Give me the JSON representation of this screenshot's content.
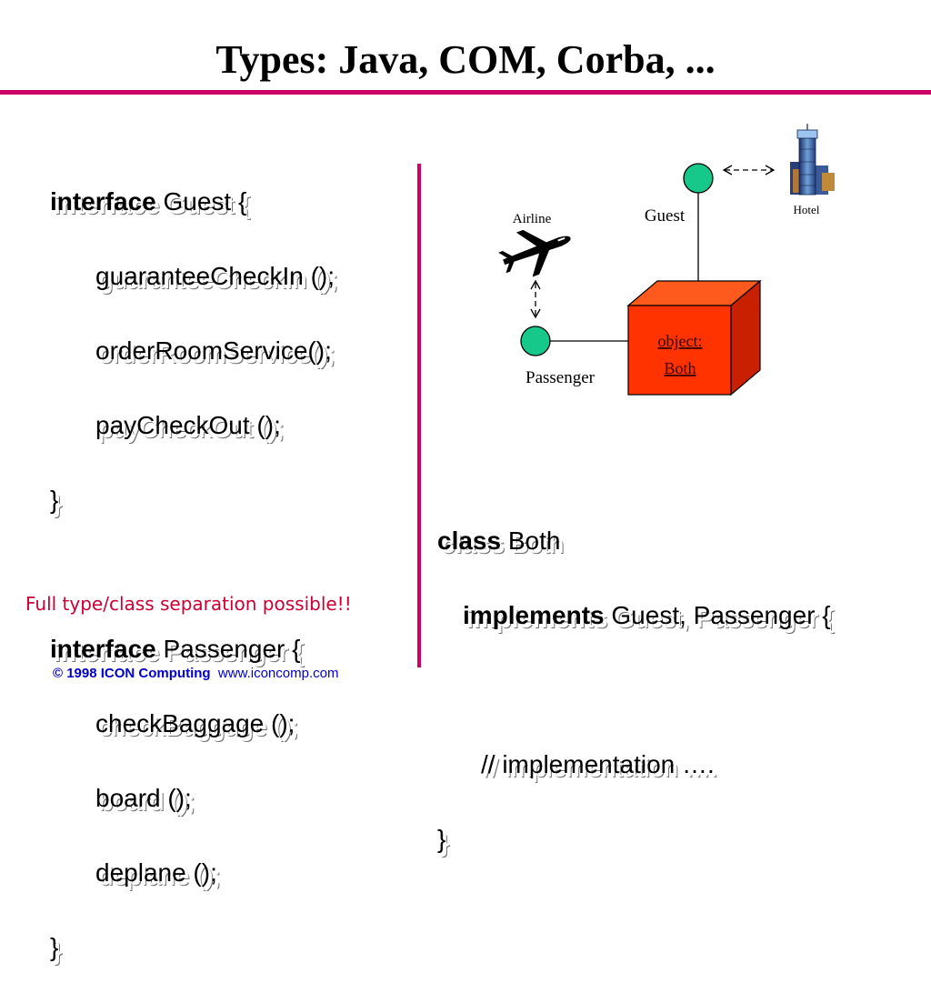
{
  "title": "Types: Java, COM, Corba, ...",
  "left_code": {
    "guest_kw": "interface",
    "guest_head": " Guest {",
    "guest_methods": [
      "guaranteeCheckIn ();",
      "orderRoomService();",
      "payCheckOut ();"
    ],
    "guest_close": "}",
    "passenger_kw": "interface",
    "passenger_head": " Passenger {",
    "passenger_methods": [
      "checkBaggage ();",
      "board ();",
      "deplane ();"
    ],
    "passenger_close": "}"
  },
  "right_code": {
    "class_kw": "class",
    "class_name": " Both",
    "implements_kw": "implements",
    "implements_list": " Guest, Passenger {",
    "comment": "// implementation ….",
    "close": "}"
  },
  "diagram": {
    "airline_label": "Airline",
    "hotel_label": "Hotel",
    "guest_label": "Guest",
    "passenger_label": "Passenger",
    "object_line1": "object:",
    "object_line2": "Both"
  },
  "note": "Full type/class separation possible!!",
  "footer": {
    "copyright": "© 1998 ICON Computing",
    "url": "www.iconcomp.com"
  },
  "colors": {
    "accent": "#cc0066",
    "node_fill": "#16c98a",
    "box_front": "#ff3300",
    "box_top": "#ff5a1e",
    "box_side": "#c82000",
    "note": "#cc0033",
    "footer": "#0000cc"
  }
}
